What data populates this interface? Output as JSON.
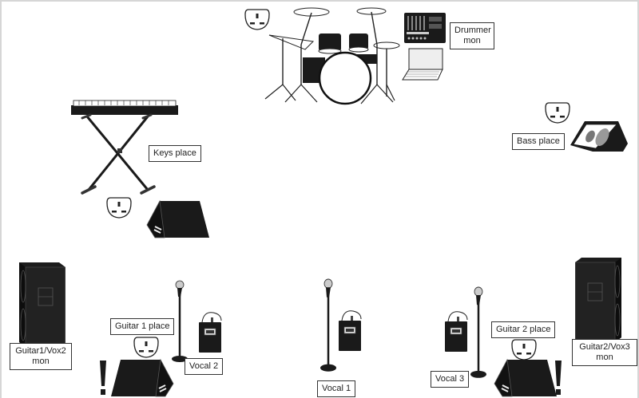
{
  "title": "Stage plot",
  "labels": {
    "drummer_mon": [
      "Drummer",
      "mon"
    ],
    "keys_place": "Keys place",
    "bass_place": "Bass place",
    "guitar1_place": "Guitar 1 place",
    "guitar2_place": "Guitar 2 place",
    "guitar1_vox2_mon": [
      "Guitar1/Vox2",
      "mon"
    ],
    "guitar2_vox3_mon": [
      "Guitar2/Vox3",
      "mon"
    ],
    "vocal1": "Vocal 1",
    "vocal2": "Vocal 2",
    "vocal3": "Vocal 3"
  },
  "icons": {
    "power_socket": "uk-power-socket-icon",
    "drum_kit": "drum-kit-icon",
    "mixer": "mixer-icon",
    "laptop": "laptop-icon",
    "keyboard": "keyboard-stand-icon",
    "wedge_monitor": "wedge-monitor-icon",
    "tall_speaker": "tall-speaker-icon",
    "mic_stand": "mic-stand-icon",
    "iem_pack": "iem-beltpack-icon",
    "warning": "exclamation-icon"
  },
  "colors": {
    "ink": "#1a1a1a",
    "frame": "#d6d6d6",
    "background": "#ffffff"
  }
}
